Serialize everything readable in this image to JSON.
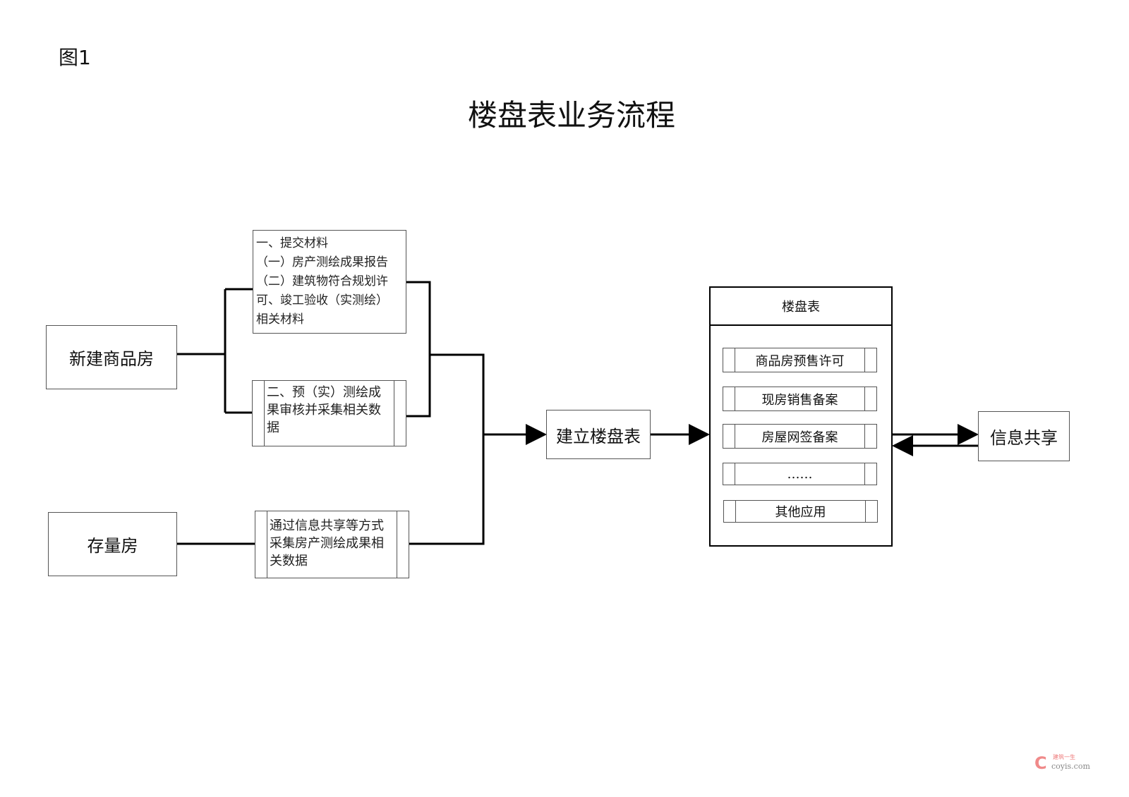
{
  "figure_label": "图1",
  "title": "楼盘表业务流程",
  "nodes": {
    "new_housing": "新建商品房",
    "existing_housing": "存量房",
    "submit_materials": [
      "一、提交材料",
      "（一）房产测绘成果报告",
      "（二）建筑物符合规划许",
      "可、竣工验收（实测绘）",
      "相关材料"
    ],
    "review_survey": "二、预（实）测绘成果审核并采集相关数据",
    "collect_data": "通过信息共享等方式采集房产测绘成果相关数据",
    "build_table": "建立楼盘表",
    "info_share": "信息共享"
  },
  "building_table": {
    "header": "楼盘表",
    "items": [
      "商品房预售许可",
      "现房销售备案",
      "房屋网签备案",
      "……",
      "其他应用"
    ]
  },
  "watermark": {
    "cn": "建筑一生",
    "url": "coyis.com"
  }
}
